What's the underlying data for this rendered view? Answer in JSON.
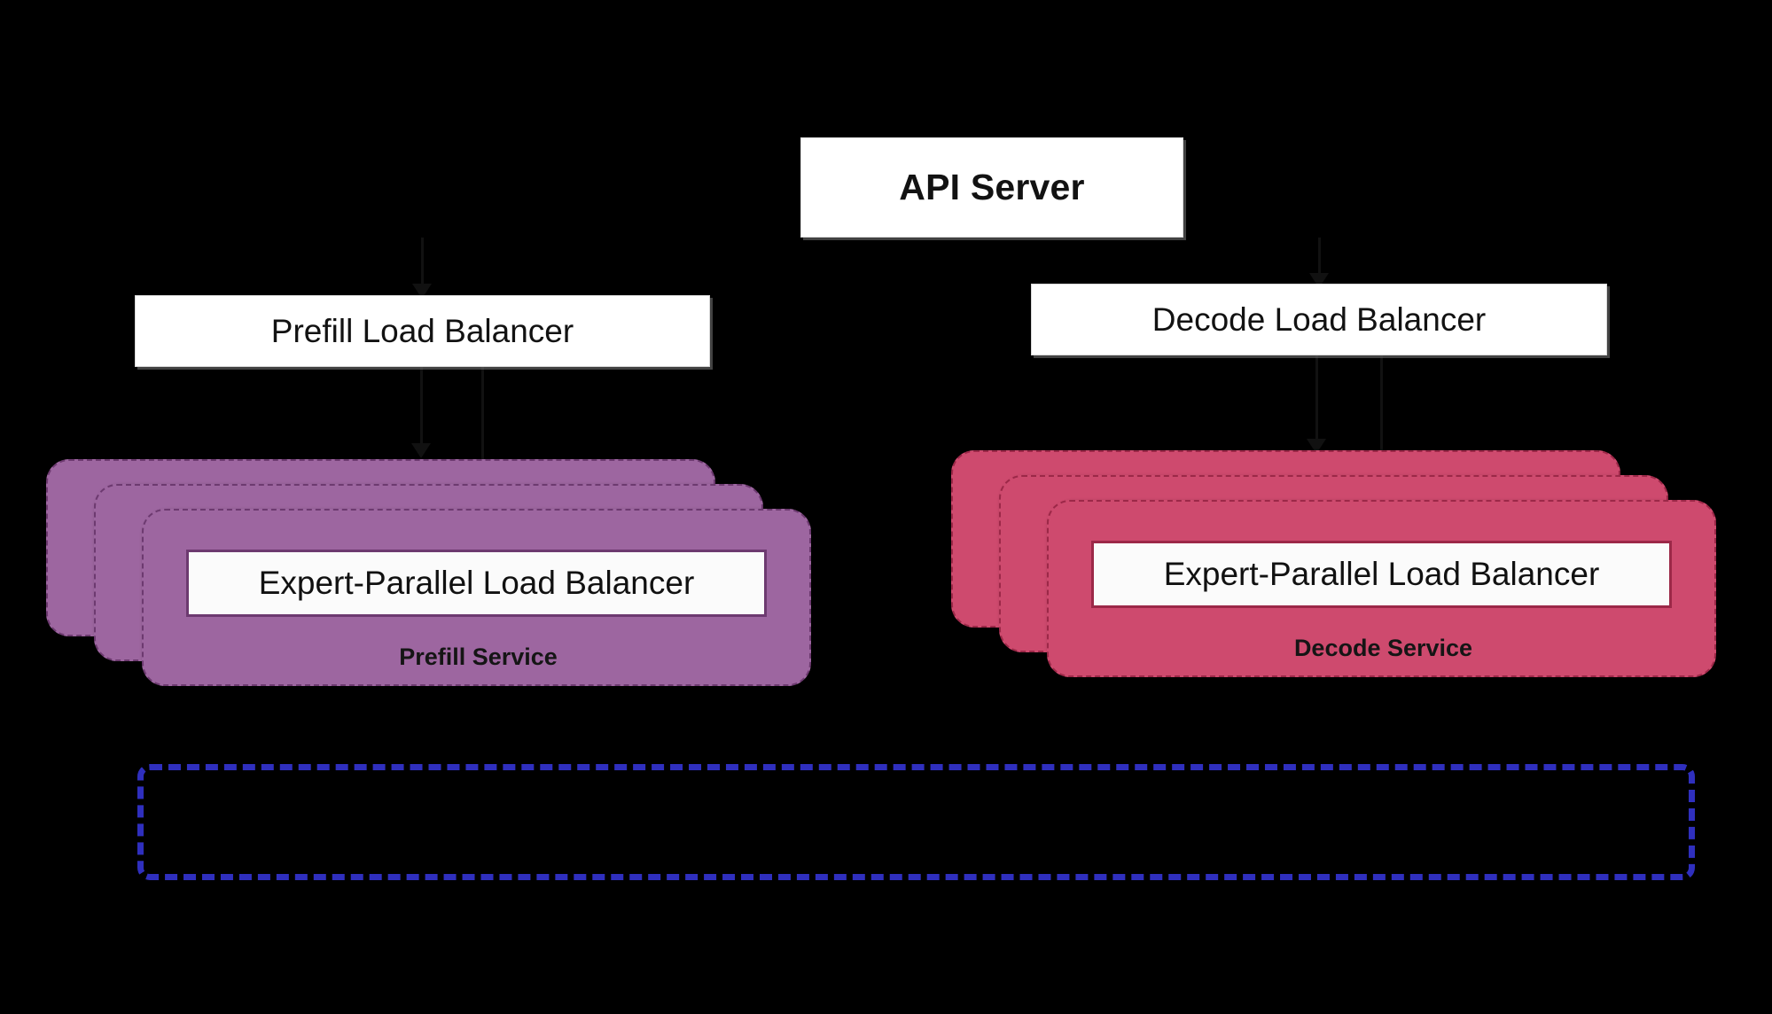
{
  "diagram": {
    "background_color": "#000000",
    "title_nodes": {
      "api_server": "API Server",
      "prefill_load_balancer": "Prefill Load Balancer",
      "decode_load_balancer": "Decode Load Balancer"
    },
    "prefill_service": {
      "inner_box_label": "Expert-Parallel Load Balancer",
      "service_label": "Prefill Service",
      "fill_color": "#9d66a0",
      "border_color": "#6d3a70",
      "replica_count": 3
    },
    "decode_service": {
      "inner_box_label": "Expert-Parallel Load Balancer",
      "service_label": "Decode Service",
      "fill_color": "#ce4a6e",
      "border_color": "#9c2848",
      "replica_count": 3
    },
    "bottom_container": {
      "label": "",
      "border_color": "#2f2fbe"
    }
  }
}
